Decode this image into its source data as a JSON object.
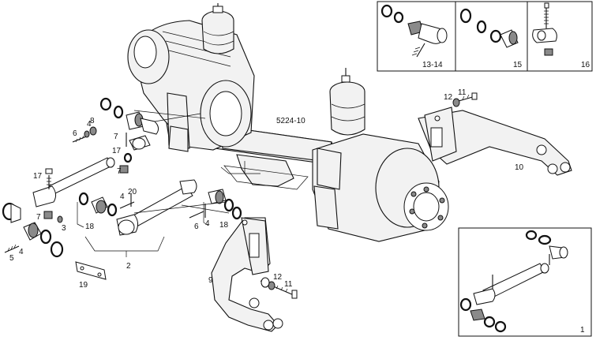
{
  "labels": {
    "assembly_code": "5224-10",
    "l1": "1",
    "l2": "2",
    "l3": "3",
    "l4a": "4",
    "l4b": "4",
    "l4c": "4",
    "l4d": "4",
    "l5": "5",
    "l6a": "6",
    "l6b": "6",
    "l7a": "7",
    "l7b": "7",
    "l7c": "7",
    "l8": "8",
    "l9": "9",
    "l10": "10",
    "l11a": "11",
    "l11b": "11",
    "l12a": "12",
    "l12b": "12",
    "l13_14": "13-14",
    "l15": "15",
    "l16": "16",
    "l17a": "17",
    "l17b": "17",
    "l18a": "18",
    "l18b": "18",
    "l19": "19",
    "l20": "20"
  }
}
